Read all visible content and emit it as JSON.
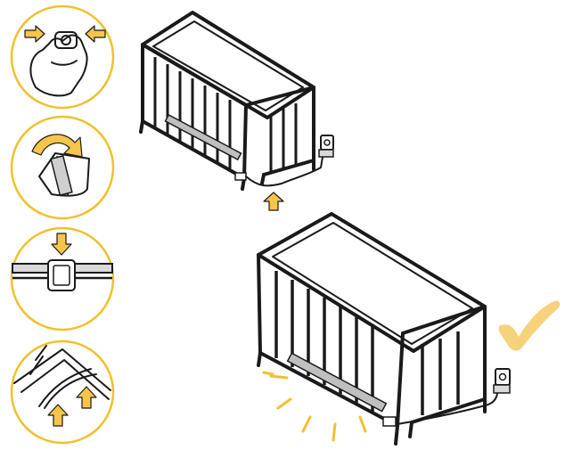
{
  "colors": {
    "accent": "#f0c12d",
    "arrow_fill": "#f6c54a",
    "ink": "#1a1a1a",
    "background": "#ffffff",
    "check": "#f6d27a"
  },
  "steps": [
    {
      "step": 1,
      "icon": "pinch-clip-icon"
    },
    {
      "step": 2,
      "icon": "wrap-strap-icon"
    },
    {
      "step": 3,
      "icon": "clip-on-rail-icon"
    },
    {
      "step": 4,
      "icon": "route-cable-icon"
    }
  ],
  "illustrations": {
    "top": {
      "icon": "crib-with-cable-icon",
      "plug": "wall-outlet-icon"
    },
    "bottom": {
      "icon": "crib-lit-icon",
      "plug": "wall-outlet-icon",
      "status": "checkmark-icon"
    }
  }
}
